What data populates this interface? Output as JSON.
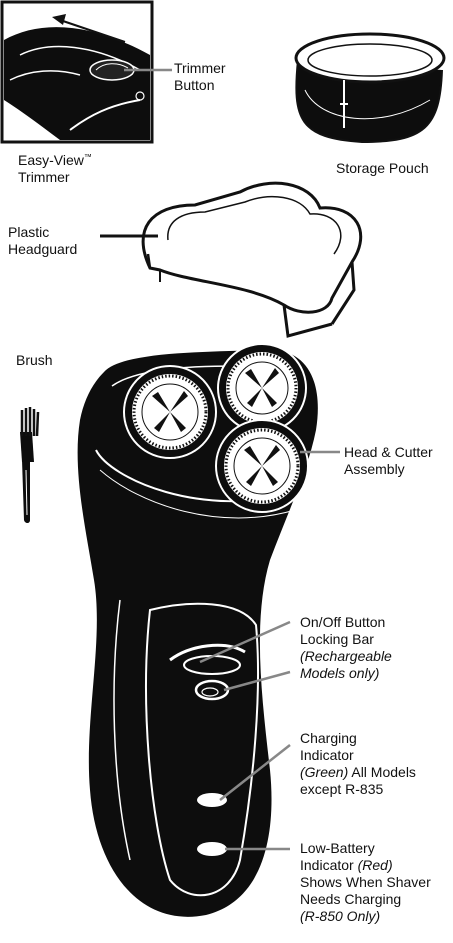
{
  "labels": {
    "trimmer_button_1": "Trimmer",
    "trimmer_button_2": "Button",
    "easy_view_1": "Easy-View",
    "easy_view_tm": "™",
    "easy_view_2": "Trimmer",
    "storage_pouch": "Storage Pouch",
    "headguard_1": "Plastic",
    "headguard_2": "Headguard",
    "brush": "Brush",
    "head_cutter_1": "Head & Cutter",
    "head_cutter_2": "Assembly",
    "onoff_1": "On/Off Button",
    "onoff_2": "Locking Bar",
    "onoff_3": "(Rechargeable",
    "onoff_4": "Models only)",
    "charging_1": "Charging",
    "charging_2": "Indicator",
    "charging_3a": "(Green)",
    "charging_3b": " All Models",
    "charging_4": "except R-835",
    "lowbat_1": "Low-Battery",
    "lowbat_2a": "Indicator ",
    "lowbat_2b": "(Red)",
    "lowbat_3": "Shows When Shaver",
    "lowbat_4": "Needs Charging",
    "lowbat_5": "(R-850 Only)"
  },
  "colors": {
    "ink": "#111111",
    "body": "#0d0d0d",
    "accent_line": "#888888"
  }
}
